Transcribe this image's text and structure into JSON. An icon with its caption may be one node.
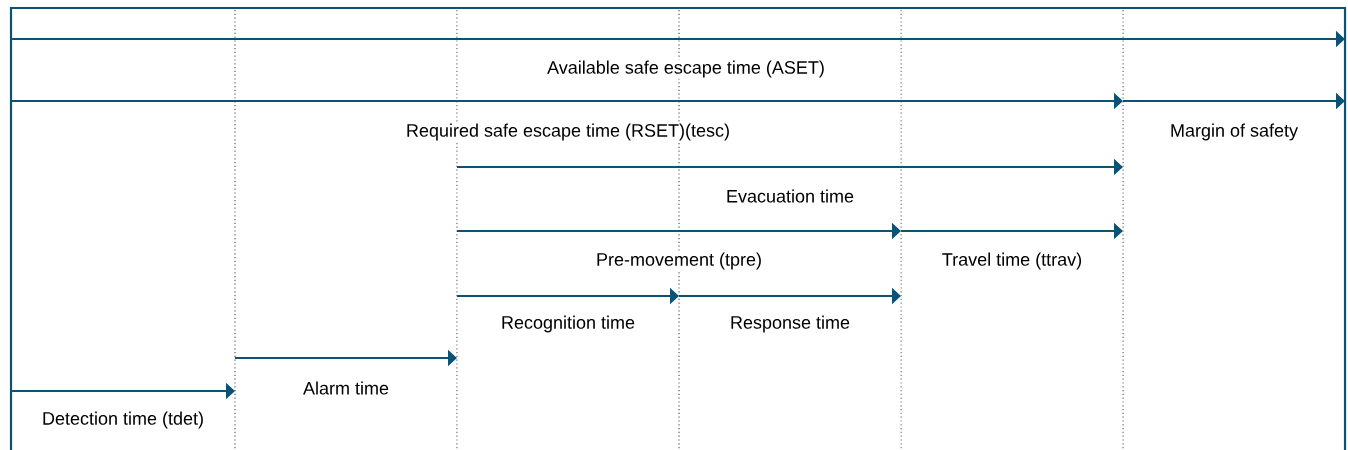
{
  "diagram": {
    "labels": [
      "Available safe escape time (ASET)",
      "Required safe escape time (RSET)(tesc)",
      "Margin of safety",
      "Evacuation time",
      "Pre-movement (tpre)",
      "Travel time (ttrav)",
      "Recognition time",
      "Response time",
      "Alarm time",
      "Detection time (tdet)"
    ]
  }
}
